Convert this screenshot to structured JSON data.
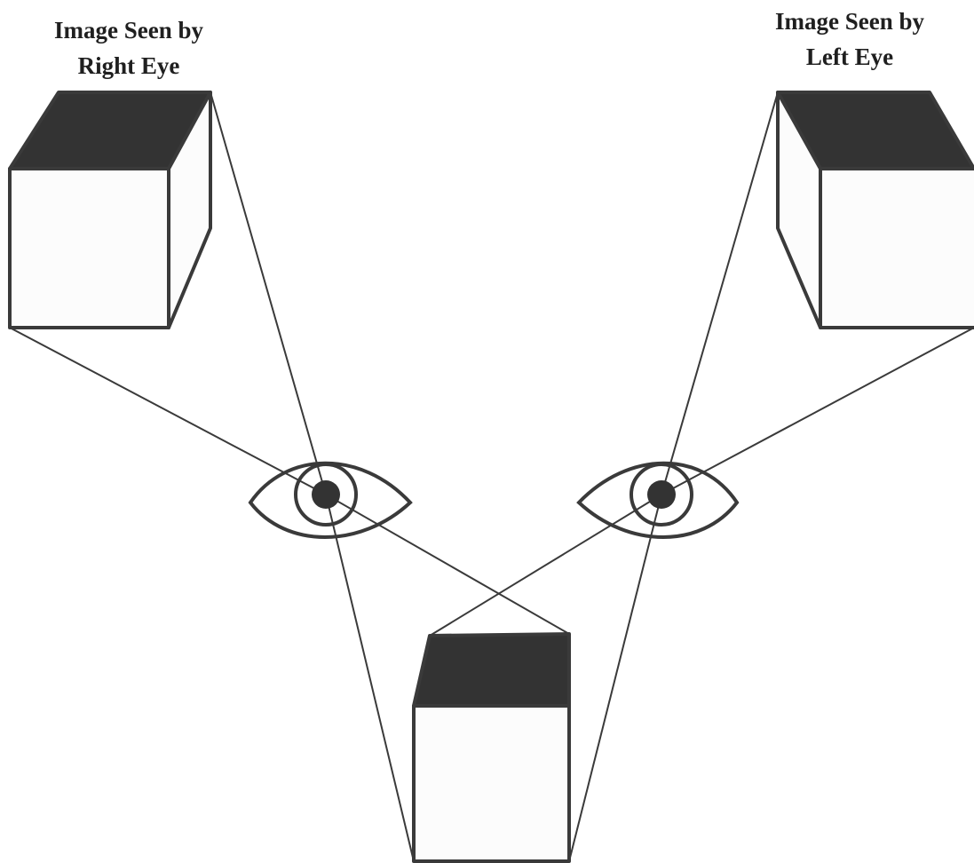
{
  "labels": {
    "right_eye_image": {
      "line1": "Image Seen by",
      "line2": "Right Eye"
    },
    "left_eye_image": {
      "line1": "Image Seen by",
      "line2": "Left Eye"
    }
  },
  "colors": {
    "line": "#3a3a3a",
    "cube_top": "#333333",
    "cube_face": "#fcfcfc",
    "pupil": "#333333"
  }
}
